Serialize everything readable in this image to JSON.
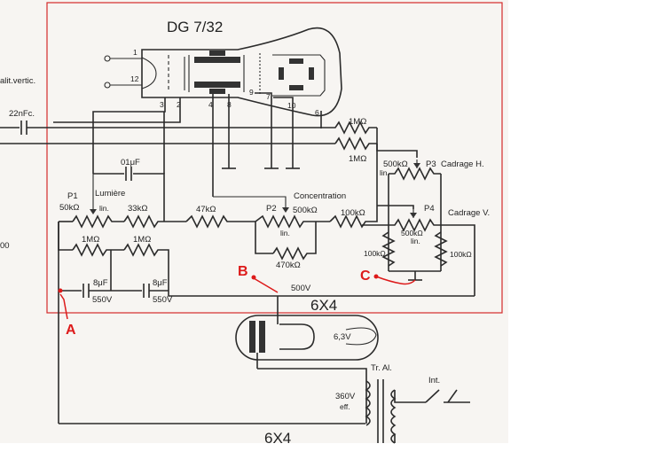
{
  "tube": {
    "name": "DG 7/32",
    "pins": [
      "1",
      "12",
      "3",
      "2",
      "4",
      "8",
      "9",
      "7",
      "10",
      "6"
    ]
  },
  "rectifier": {
    "name": "6X4",
    "heater": "6,3V",
    "bottom_name": "6X4"
  },
  "left_labels": {
    "vert": "alit.vertic.",
    "cap_22nf": "22nFc.",
    "edge_00": "00"
  },
  "resistors": {
    "r1m_top": "1MΩ",
    "r1m_bot": "1MΩ",
    "p1_val": "50kΩ",
    "p1_lin": "lin.",
    "r33k": "33kΩ",
    "r47k": "47kΩ",
    "p2_val": "500kΩ",
    "p2_lin": "lin.",
    "r470k": "470kΩ",
    "r100k": "100kΩ",
    "p3_val": "500kΩ",
    "p3_lin": "lin.",
    "p4_val": "500kΩ",
    "p4_lin": "lin.",
    "r100k_left": "100kΩ",
    "r100k_right": "100kΩ",
    "r1m_a": "1MΩ",
    "r1m_b": "1MΩ"
  },
  "capacitors": {
    "c01": "01μF",
    "c8a": "8μF",
    "c8a_v": "550V",
    "c8b": "8μF",
    "c8b_v": "550V"
  },
  "controls": {
    "p1": "P1",
    "lumiere": "Lumière",
    "p2": "P2",
    "concentration": "Concentration",
    "p3": "P3",
    "cadrage_h": "Cadrage H.",
    "p4": "P4",
    "cadrage_v": "Cadrage V."
  },
  "supply": {
    "hv": "500V",
    "transformer": "Tr. Al.",
    "sec_v": "360V",
    "sec_eff": "eff.",
    "switch": "Int."
  },
  "markers": {
    "a": "A",
    "b": "B",
    "c": "C"
  },
  "colors": {
    "marker": "#dd1a1a",
    "highlight_box": "#d42a2a",
    "ink": "#2b2b2b",
    "paper": "#f7f5f2"
  }
}
